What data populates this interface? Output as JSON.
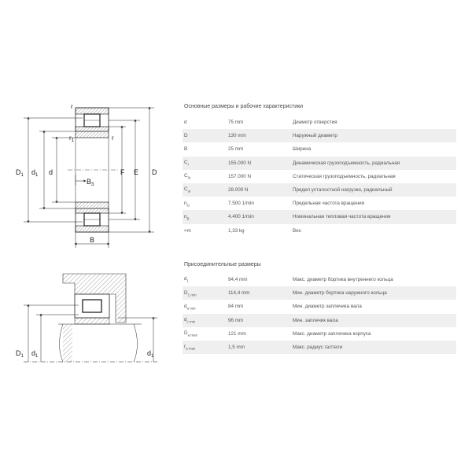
{
  "drawing_top": {
    "labels": {
      "r_top": "r",
      "r_left_sub": "1",
      "r_left": "r",
      "r_right": "r",
      "D1": "D",
      "D1_sub": "1",
      "d1": "d",
      "d1_sub": "1",
      "d": "d",
      "B3": "B",
      "B3_sub": "3",
      "F": "F",
      "E": "E",
      "D": "D",
      "B": "B"
    }
  },
  "drawing_bottom": {
    "labels": {
      "D1": "D",
      "D1_sub": "1",
      "d1_left": "d",
      "d1_left_sub": "1",
      "d1_right": "d",
      "d1_right_sub": "1"
    }
  },
  "section1": {
    "title": "Основные размеры и рабочие характеристики",
    "rows": [
      {
        "sym": "d",
        "sub": "",
        "value": "75 mm",
        "desc": "Диаметр отверстия"
      },
      {
        "sym": "D",
        "sub": "",
        "value": "130 mm",
        "desc": "Наружный диаметр"
      },
      {
        "sym": "B",
        "sub": "",
        "value": "25 mm",
        "desc": "Ширина"
      },
      {
        "sym": "C",
        "sub": "r",
        "value": "155.000 N",
        "desc": "Динамическая грузоподъемность, радиальная"
      },
      {
        "sym": "C",
        "sub": "0r",
        "value": "157.000 N",
        "desc": "Статическая грузоподъемность, радиальная"
      },
      {
        "sym": "C",
        "sub": "ur",
        "value": "28.000 N",
        "desc": "Предел усталостной нагрузки, радиальный"
      },
      {
        "sym": "n",
        "sub": "G",
        "value": "7.500 1/min",
        "desc": "Предельная частота вращения"
      },
      {
        "sym": "n",
        "sub": "B",
        "value": "4.400 1/min",
        "desc": "Номинальная тепловая частота вращения"
      },
      {
        "sym": "≈m",
        "sub": "",
        "value": "1,33 kg",
        "desc": "Вес"
      }
    ]
  },
  "section2": {
    "title": "Присоединительные размеры",
    "rows": [
      {
        "sym": "d",
        "sub": "1",
        "value": "94,4 mm",
        "desc": "Макс. диаметр бортика внутреннего кольца"
      },
      {
        "sym": "D",
        "sub": "1 min",
        "value": "114,4 mm",
        "desc": "Мин. диаметр бортика наружного кольца"
      },
      {
        "sym": "d",
        "sub": "a min",
        "value": "84 mm",
        "desc": "Мин. диаметр заплечика вала"
      },
      {
        "sym": "d",
        "sub": "c min",
        "value": "96 mm",
        "desc": "Мин. заплечик вала"
      },
      {
        "sym": "D",
        "sub": "a max",
        "value": "121 mm",
        "desc": "Макс. диаметр заплечика корпуса"
      },
      {
        "sym": "r",
        "sub": "a max",
        "value": "1,5 mm",
        "desc": "Макс. радиус галтели"
      }
    ]
  }
}
